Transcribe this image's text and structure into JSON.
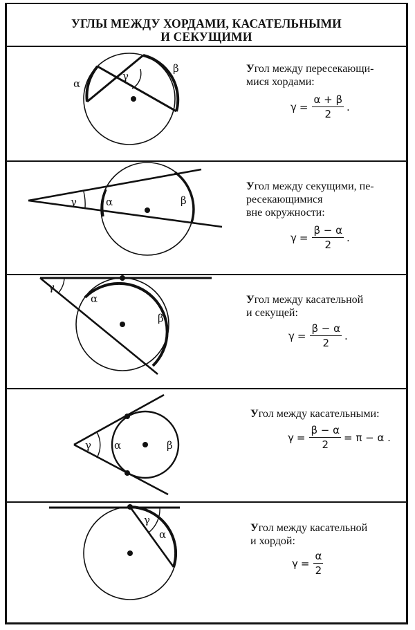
{
  "title": {
    "line1": "УГЛЫ МЕЖДУ ХОРДАМИ, КАСАТЕЛЬНЫМИ",
    "line2": "И СЕКУЩИМИ"
  },
  "sections": [
    {
      "label_first": "У",
      "label_rest_lines": [
        "гол между пересекающи-",
        "мися хордами:"
      ],
      "formula": {
        "lhs": "γ",
        "eq": "=",
        "num": "α + β",
        "den": "2",
        "tail": "."
      },
      "diagram_labels": {
        "alpha": "α",
        "beta": "β",
        "gamma": "γ"
      }
    },
    {
      "label_first": "У",
      "label_rest_lines": [
        "гол между секущими, пе-",
        "ресекающимися",
        "вне окружности:"
      ],
      "formula": {
        "lhs": "γ",
        "eq": "=",
        "num": "β − α",
        "den": "2",
        "tail": "."
      },
      "diagram_labels": {
        "alpha": "α",
        "beta": "β",
        "gamma": "γ"
      }
    },
    {
      "label_first": "У",
      "label_rest_lines": [
        "гол между касательной",
        "и секущей:"
      ],
      "formula": {
        "lhs": "γ",
        "eq": "=",
        "num": "β − α",
        "den": "2",
        "tail": "."
      },
      "diagram_labels": {
        "alpha": "α",
        "beta": "β",
        "gamma": "γ"
      }
    },
    {
      "label_first": "У",
      "label_rest_lines": [
        "гол между касательными:"
      ],
      "formula": {
        "lhs": "γ",
        "eq": "=",
        "num": "β − α",
        "den": "2",
        "tail": "= π − α ."
      },
      "diagram_labels": {
        "alpha": "α",
        "beta": "β",
        "gamma": "γ"
      }
    },
    {
      "label_first": "У",
      "label_rest_lines": [
        "гол между касательной",
        "и хордой:"
      ],
      "formula": {
        "lhs": "γ",
        "eq": "=",
        "num": "α",
        "den": "2",
        "tail": ""
      },
      "diagram_labels": {
        "alpha": "α",
        "gamma": "γ"
      }
    }
  ]
}
